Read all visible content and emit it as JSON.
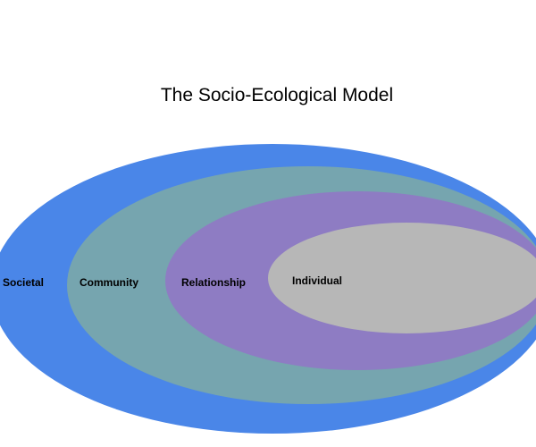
{
  "title": "The Socio-Ecological Model",
  "layers": [
    {
      "label": "Societal",
      "color": "#4a86e8"
    },
    {
      "label": "Community",
      "color": "#76a5af"
    },
    {
      "label": "Relationship",
      "color": "#8e7cc3"
    },
    {
      "label": "Individual",
      "color": "#b7b7b7"
    }
  ]
}
